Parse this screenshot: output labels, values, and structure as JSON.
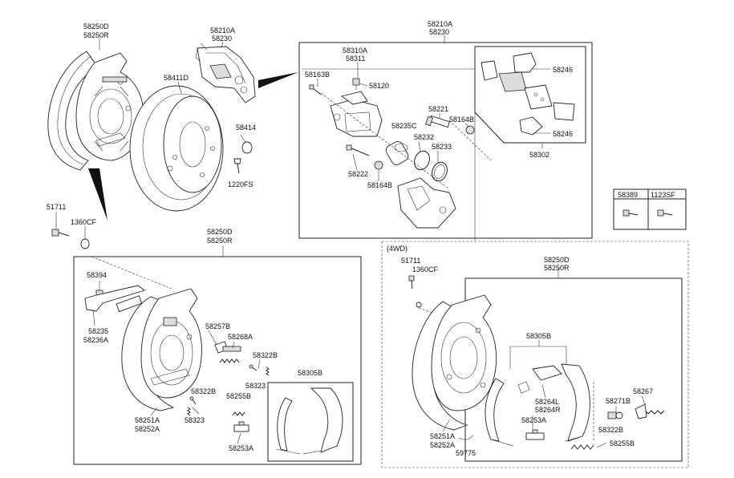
{
  "labels": {
    "tl_shield": [
      "58250D",
      "58250R"
    ],
    "caliper_top": [
      "58210A",
      "58230"
    ],
    "disc": "58411D",
    "plug": "58414",
    "bolt_1220": "1220FS",
    "bolt_51711": "51711",
    "washer_1360": "1360CF",
    "box_caliper_title": [
      "58210A",
      "58230"
    ],
    "caliper_58310": [
      "58310A",
      "58311"
    ],
    "bleed_58163": "58163B",
    "cap_58120": "58120",
    "pin_58221": "58221",
    "boot_58164_top": "58164B",
    "piston_58235": "58235C",
    "seal_58232": "58232",
    "ring_58233": "58233",
    "bolt_58222": "58222",
    "boot_58164_bot": "58164B",
    "clip_58246_a": "58246",
    "clip_58246_b": "58246",
    "pad_58302": "58302",
    "table_h1": "58389",
    "table_h2": "1123SF",
    "box2_title": [
      "58250D",
      "58250R"
    ],
    "spring_58394": "58394",
    "lever_58235": [
      "58235",
      "58236A"
    ],
    "adj_58257": "58257B",
    "spring_58268": "58268A",
    "pin_58322b": "58322B",
    "spring_58323": "58323",
    "cup_58255": "58255B",
    "shoe_58305": "58305B",
    "pin_58322b_2": "58322B",
    "spring_58323_2": "58323",
    "plate_58251": [
      "58251A",
      "58252A"
    ],
    "adj_58253": "58253A",
    "fwd_tag": "(4WD)",
    "fwd_51711": "51711",
    "fwd_1360": "1360CF",
    "fwd_title": [
      "58250D",
      "58250R"
    ],
    "fwd_58305": "58305B",
    "fwd_58264": [
      "58264L",
      "58264R"
    ],
    "fwd_58253": "58253A",
    "fwd_58267": "58267",
    "fwd_58271": "58271B",
    "fwd_58322": "58322B",
    "fwd_58255": "58255B",
    "fwd_58251": [
      "58251A",
      "58252A"
    ],
    "fwd_59775": "59775"
  }
}
